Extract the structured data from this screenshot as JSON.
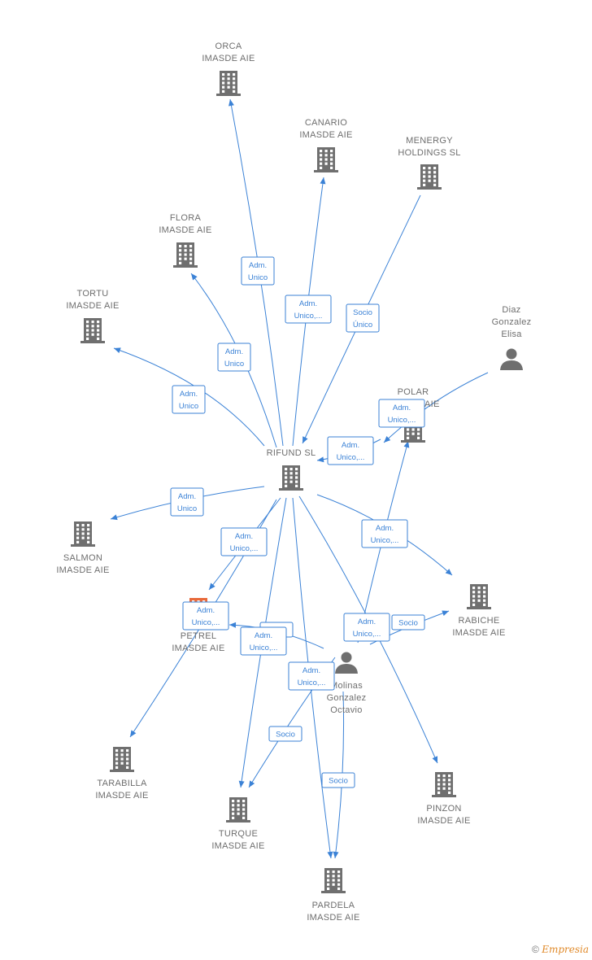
{
  "nodes": [
    {
      "id": "orca",
      "type": "company",
      "lines": [
        "ORCA",
        "IMASDE  AIE"
      ]
    },
    {
      "id": "canario",
      "type": "company",
      "lines": [
        "CANARIO",
        "IMASDE  AIE"
      ]
    },
    {
      "id": "menergy",
      "type": "company",
      "lines": [
        "MENERGY",
        "HOLDINGS  SL"
      ]
    },
    {
      "id": "flora",
      "type": "company",
      "lines": [
        "FLORA",
        "IMASDE  AIE"
      ]
    },
    {
      "id": "tortu",
      "type": "company",
      "lines": [
        "TORTU",
        "IMASDE  AIE"
      ]
    },
    {
      "id": "diaz",
      "type": "person",
      "lines": [
        "Diaz",
        "Gonzalez",
        "Elisa"
      ]
    },
    {
      "id": "polar",
      "type": "company",
      "lines": [
        "POLAR",
        "IMASDE  AIE"
      ]
    },
    {
      "id": "rifund",
      "type": "company",
      "lines": [
        "RIFUND  SL"
      ]
    },
    {
      "id": "salmon",
      "type": "company",
      "lines": [
        "SALMON",
        "IMASDE  AIE"
      ]
    },
    {
      "id": "petrel",
      "type": "company",
      "highlight": true,
      "lines": [
        "PETREL",
        "IMASDE  AIE"
      ]
    },
    {
      "id": "rabiche",
      "type": "company",
      "lines": [
        "RABICHE",
        "IMASDE  AIE"
      ]
    },
    {
      "id": "molinas",
      "type": "person",
      "lines": [
        "Molinas",
        "Gonzalez",
        "Octavio"
      ]
    },
    {
      "id": "tarabilla",
      "type": "company",
      "lines": [
        "TARABILLA",
        "IMASDE  AIE"
      ]
    },
    {
      "id": "turque",
      "type": "company",
      "lines": [
        "TURQUE",
        "IMASDE  AIE"
      ]
    },
    {
      "id": "pinzon",
      "type": "company",
      "lines": [
        "PINZON",
        "IMASDE  AIE"
      ]
    },
    {
      "id": "pardela",
      "type": "company",
      "lines": [
        "PARDELA",
        "IMASDE  AIE"
      ]
    }
  ],
  "edges": [
    {
      "from": "rifund",
      "to": "orca",
      "label": [
        "Adm.",
        "Unico"
      ]
    },
    {
      "from": "rifund",
      "to": "canario",
      "label": [
        "Adm.",
        "Unico,..."
      ]
    },
    {
      "from": "menergy",
      "to": "rifund",
      "label": [
        "Socio",
        "Único"
      ]
    },
    {
      "from": "rifund",
      "to": "flora",
      "label": [
        "Adm.",
        "Unico"
      ]
    },
    {
      "from": "rifund",
      "to": "tortu",
      "label": [
        "Adm.",
        "Unico"
      ]
    },
    {
      "from": "diaz",
      "to": "polar",
      "label": [
        "Adm.",
        "Unico,..."
      ]
    },
    {
      "from": "polar",
      "to": "rifund",
      "label": [
        "Adm.",
        "Unico,..."
      ]
    },
    {
      "from": "rifund",
      "to": "salmon",
      "label": [
        "Adm.",
        "Unico"
      ]
    },
    {
      "from": "rifund",
      "to": "petrel",
      "label": [
        "Adm.",
        "Unico,..."
      ]
    },
    {
      "from": "rifund",
      "to": "tarabilla",
      "label": [
        "Adm.",
        "Unico,..."
      ]
    },
    {
      "from": "rifund",
      "to": "rabiche",
      "label": [
        "Adm.",
        "Unico,..."
      ]
    },
    {
      "from": "molinas",
      "to": "rabiche",
      "label": [
        "Socio"
      ]
    },
    {
      "from": "molinas",
      "to": "petrel",
      "label": [
        "Socio"
      ]
    },
    {
      "from": "molinas",
      "to": "polar",
      "label": [
        "Adm.",
        "Unico,..."
      ]
    },
    {
      "from": "rifund",
      "to": "turque",
      "label": [
        "Adm.",
        "Unico,..."
      ]
    },
    {
      "from": "molinas",
      "to": "turque",
      "label": [
        "Socio"
      ]
    },
    {
      "from": "rifund",
      "to": "pardela",
      "label": [
        "Adm.",
        "Unico,..."
      ]
    },
    {
      "from": "molinas",
      "to": "pardela",
      "label": [
        "Socio"
      ]
    },
    {
      "from": "rifund",
      "to": "pinzon",
      "label": []
    }
  ],
  "footer": {
    "copyright": "©",
    "brand": "Empresia"
  }
}
